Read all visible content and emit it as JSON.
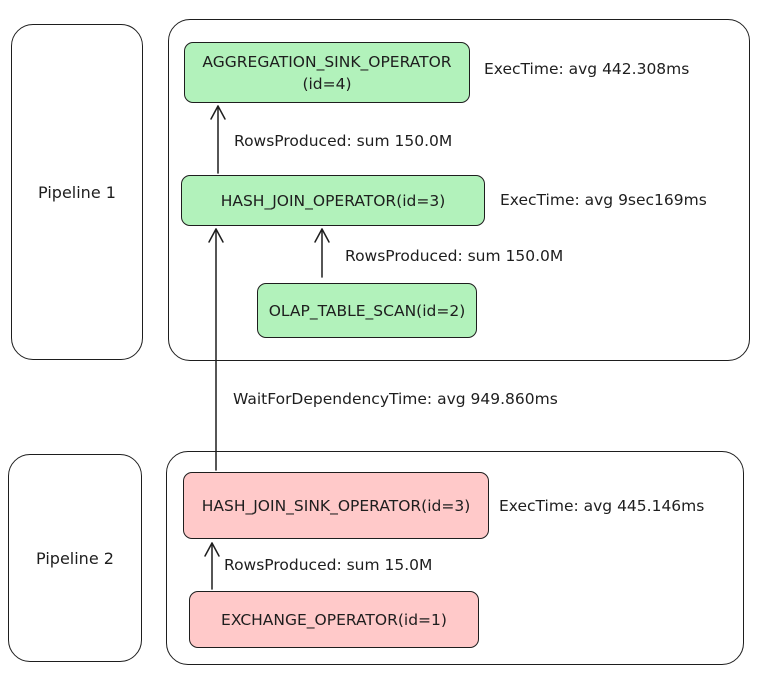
{
  "pipelines": [
    {
      "label": "Pipeline 1"
    },
    {
      "label": "Pipeline 2"
    }
  ],
  "operators": {
    "agg_sink": {
      "line1": "AGGREGATION_SINK_OPERATOR",
      "line2": "(id=4)",
      "color": "#b2f2bb"
    },
    "hash_join": {
      "label": "HASH_JOIN_OPERATOR(id=3)",
      "color": "#b2f2bb"
    },
    "olap_scan": {
      "label": "OLAP_TABLE_SCAN(id=2)",
      "color": "#b2f2bb"
    },
    "hash_join_sink": {
      "label": "HASH_JOIN_SINK_OPERATOR(id=3)",
      "color": "#ffc9c9"
    },
    "exchange": {
      "label": "EXCHANGE_OPERATOR(id=1)",
      "color": "#ffc9c9"
    }
  },
  "metrics": {
    "agg_exec": "ExecTime: avg 442.308ms",
    "rows_join_to_agg": "RowsProduced: sum 150.0M",
    "join_exec": "ExecTime: avg 9sec169ms",
    "rows_scan_to_join": "RowsProduced: sum 150.0M",
    "wait_dependency": "WaitForDependencyTime: avg 949.860ms",
    "sink_exec": "ExecTime: avg 445.146ms",
    "rows_exchange_to_sink": "RowsProduced: sum 15.0M"
  }
}
